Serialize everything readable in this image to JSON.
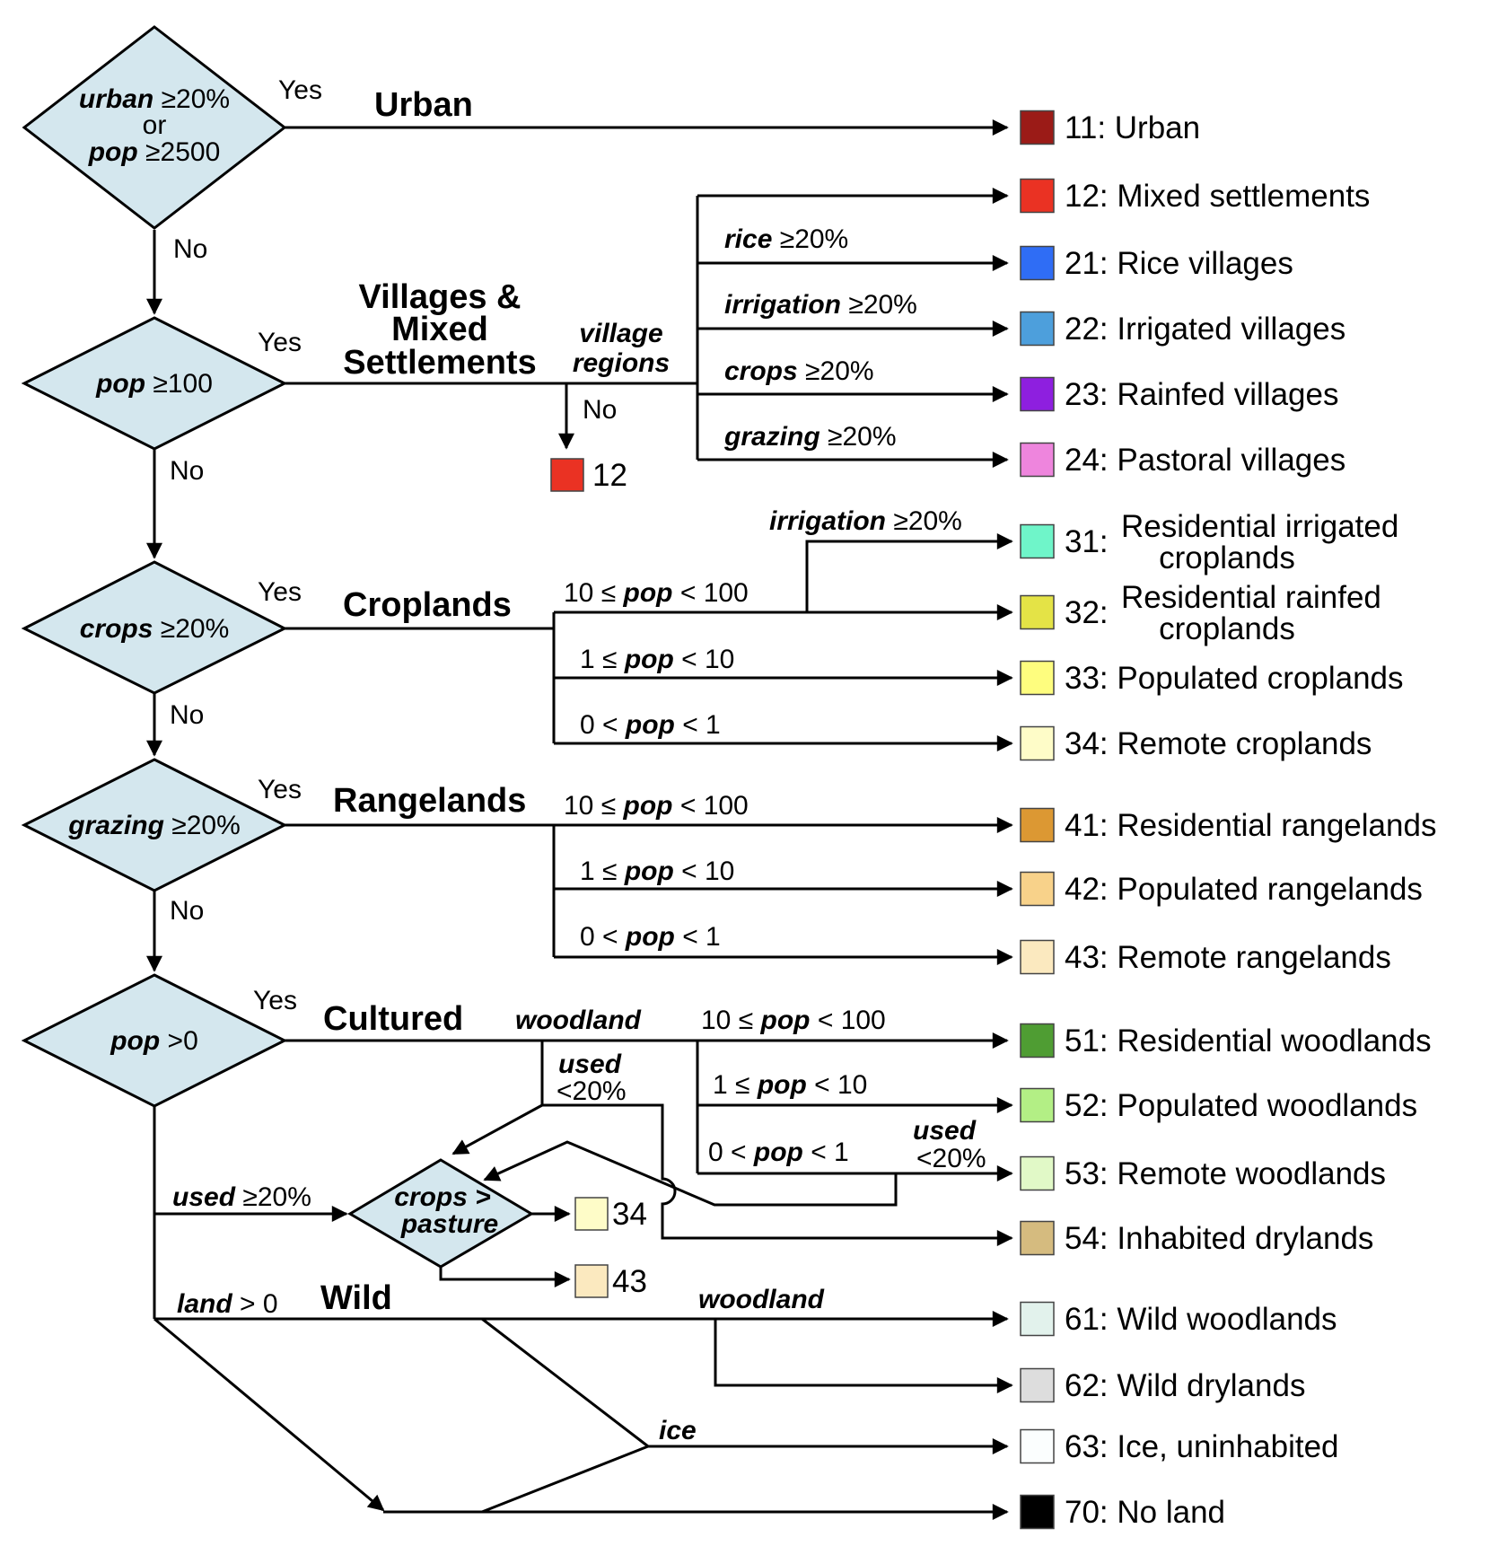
{
  "decisions": {
    "urban": {
      "var1": "urban",
      "rest1": " ≥20%",
      "or": "or",
      "var2": "pop",
      "rest2": " ≥2500"
    },
    "villages": {
      "var": "pop",
      "rest": " ≥100"
    },
    "crops": {
      "var": "crops",
      "rest": " ≥20%"
    },
    "grazing": {
      "var": "grazing",
      "rest": " ≥20%"
    },
    "populated": {
      "var": "pop",
      "rest": " >0"
    },
    "crops_pasture": {
      "line1": "crops >",
      "line2": "pasture"
    }
  },
  "answers": {
    "yes": "Yes",
    "no": "No"
  },
  "headings": {
    "urban": "Urban",
    "villages": [
      "Villages &",
      "Mixed",
      "Settlements"
    ],
    "croplands": "Croplands",
    "rangelands": "Rangelands",
    "cultured": "Cultured",
    "wild": "Wild"
  },
  "conditions": {
    "village_regions": [
      "village",
      "regions"
    ],
    "rice": {
      "var": "rice",
      "rest": " ≥20%"
    },
    "irrigation": {
      "var": "irrigation",
      "rest": " ≥20%"
    },
    "crops": {
      "var": "crops",
      "rest": " ≥20%"
    },
    "grazing": {
      "var": "grazing",
      "rest": " ≥20%"
    },
    "pop_10_100": {
      "pre": "10 ≤ ",
      "var": "pop",
      "post": " < 100"
    },
    "pop_1_10": {
      "pre": "1 ≤ ",
      "var": "pop",
      "post": " < 10"
    },
    "pop_0_1": {
      "pre": "0 < ",
      "var": "pop",
      "post": " < 1"
    },
    "woodland": "woodland",
    "used_lt20": {
      "var": "used",
      "rest": "<20%"
    },
    "used_ge20": {
      "var": "used",
      "rest": " ≥20%"
    },
    "land": {
      "var": "land",
      "rest": " > 0"
    },
    "ice": "ice"
  },
  "mini_classes": {
    "c12": "12",
    "c34": "34",
    "c43": "43"
  },
  "classes": [
    {
      "code": "11",
      "lines": [
        "11: Urban"
      ],
      "color": "#9b1b17"
    },
    {
      "code": "12",
      "lines": [
        "12: Mixed settlements"
      ],
      "color": "#ea3223"
    },
    {
      "code": "21",
      "lines": [
        "21: Rice villages"
      ],
      "color": "#2f6df5"
    },
    {
      "code": "22",
      "lines": [
        "22: Irrigated villages"
      ],
      "color": "#4d9fdc"
    },
    {
      "code": "23",
      "lines": [
        "23: Rainfed villages"
      ],
      "color": "#8e1fdf"
    },
    {
      "code": "24",
      "lines": [
        "24: Pastoral villages"
      ],
      "color": "#ee85dd"
    },
    {
      "code": "31",
      "lines": [
        "31: Residential irrigated",
        "croplands"
      ],
      "color": "#6ff5c9"
    },
    {
      "code": "32",
      "lines": [
        "32: Residential rainfed",
        "croplands"
      ],
      "color": "#e4e346"
    },
    {
      "code": "33",
      "lines": [
        "33: Populated croplands"
      ],
      "color": "#fefd7e"
    },
    {
      "code": "34",
      "lines": [
        "34: Remote croplands"
      ],
      "color": "#fefcc8"
    },
    {
      "code": "41",
      "lines": [
        "41: Residential rangelands"
      ],
      "color": "#dc9833"
    },
    {
      "code": "42",
      "lines": [
        "42: Populated rangelands"
      ],
      "color": "#f8d28a"
    },
    {
      "code": "43",
      "lines": [
        "43: Remote rangelands"
      ],
      "color": "#fbe9bf"
    },
    {
      "code": "51",
      "lines": [
        "51: Residential woodlands"
      ],
      "color": "#4f9d33"
    },
    {
      "code": "52",
      "lines": [
        "52: Populated woodlands"
      ],
      "color": "#b3ef85"
    },
    {
      "code": "53",
      "lines": [
        "53: Remote woodlands"
      ],
      "color": "#e1f9c7"
    },
    {
      "code": "54",
      "lines": [
        "54: Inhabited drylands"
      ],
      "color": "#d5bb7f"
    },
    {
      "code": "61",
      "lines": [
        "61: Wild woodlands"
      ],
      "color": "#e2f2ec"
    },
    {
      "code": "62",
      "lines": [
        "62: Wild drylands"
      ],
      "color": "#dddddd"
    },
    {
      "code": "63",
      "lines": [
        "63: Ice, uninhabited"
      ],
      "color": "#fbfefe"
    },
    {
      "code": "70",
      "lines": [
        "70: No land"
      ],
      "color": "#000000"
    }
  ]
}
